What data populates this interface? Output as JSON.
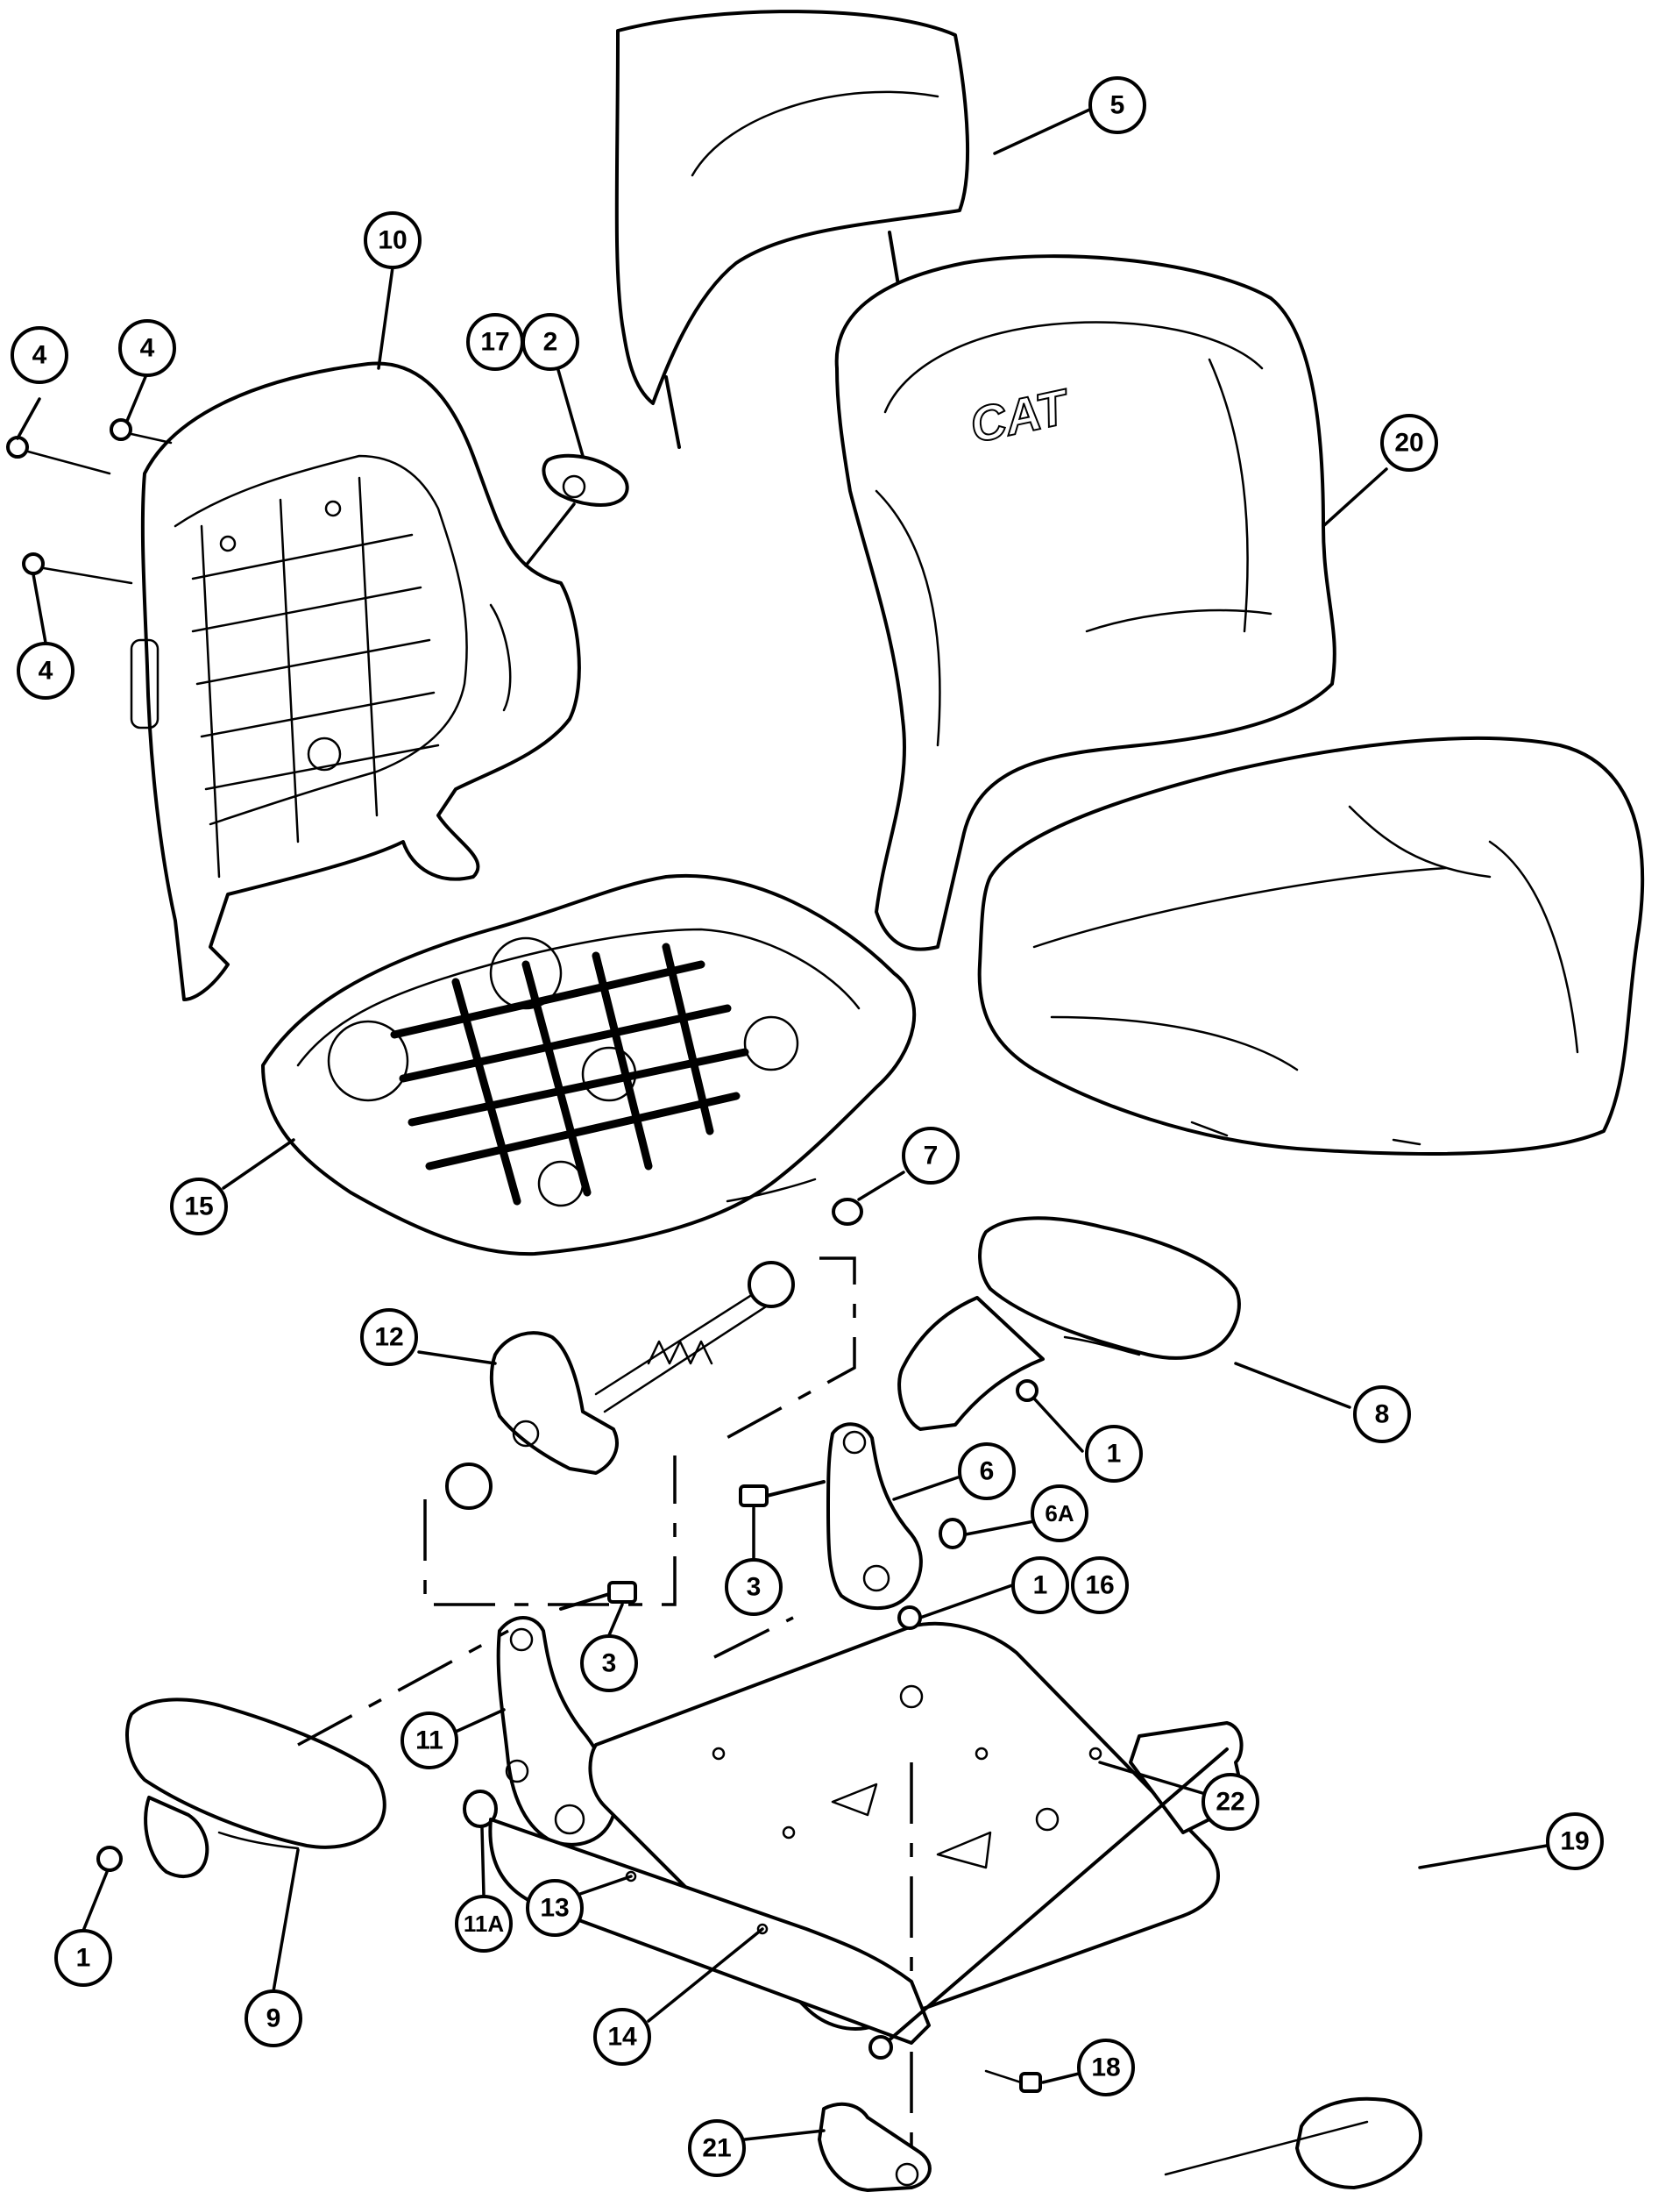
{
  "diagram": {
    "logo": "CAT",
    "callouts": [
      {
        "id": "c5",
        "label": "5"
      },
      {
        "id": "c10",
        "label": "10"
      },
      {
        "id": "c17",
        "label": "17"
      },
      {
        "id": "c2",
        "label": "2"
      },
      {
        "id": "c4a",
        "label": "4"
      },
      {
        "id": "c4b",
        "label": "4"
      },
      {
        "id": "c4c",
        "label": "4"
      },
      {
        "id": "c20",
        "label": "20"
      },
      {
        "id": "c7",
        "label": "7"
      },
      {
        "id": "c15",
        "label": "15"
      },
      {
        "id": "c12",
        "label": "12"
      },
      {
        "id": "c8",
        "label": "8"
      },
      {
        "id": "c1a",
        "label": "1"
      },
      {
        "id": "c6",
        "label": "6"
      },
      {
        "id": "c6a",
        "label": "6A"
      },
      {
        "id": "c3a",
        "label": "3"
      },
      {
        "id": "c1b",
        "label": "1"
      },
      {
        "id": "c16",
        "label": "16"
      },
      {
        "id": "c3b",
        "label": "3"
      },
      {
        "id": "c11",
        "label": "11"
      },
      {
        "id": "c11a",
        "label": "11A"
      },
      {
        "id": "c22",
        "label": "22"
      },
      {
        "id": "c13",
        "label": "13"
      },
      {
        "id": "c19",
        "label": "19"
      },
      {
        "id": "c18",
        "label": "18"
      },
      {
        "id": "c14",
        "label": "14"
      },
      {
        "id": "c1c",
        "label": "1"
      },
      {
        "id": "c9",
        "label": "9"
      },
      {
        "id": "c21",
        "label": "21"
      }
    ]
  }
}
